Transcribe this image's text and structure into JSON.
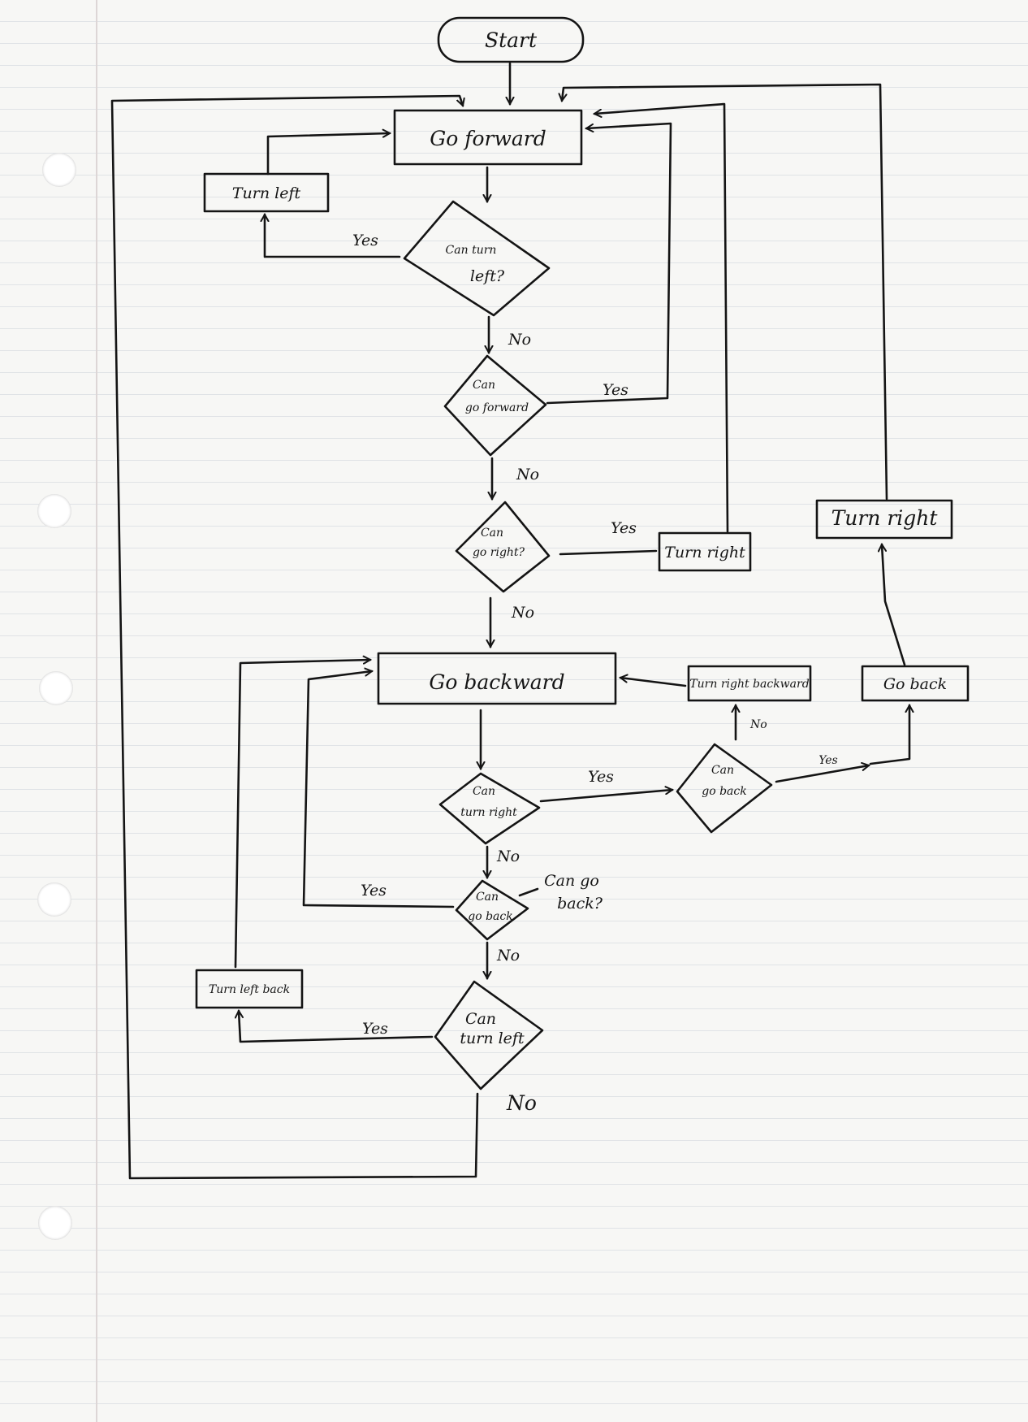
{
  "nodes": {
    "start": "Start",
    "go_forward": "Go forward",
    "turn_left": "Turn left",
    "can_turn_left_1": [
      "Can turn",
      "left?"
    ],
    "can_go_forward": [
      "Can",
      "go forward"
    ],
    "can_go_right": [
      "Can",
      "go right?"
    ],
    "turn_right_1": "Turn right",
    "turn_right_2": "Turn right",
    "go_backward": "Go backward",
    "turn_right_backward": "Turn right backward",
    "go_back": "Go back",
    "can_go_back_right": [
      "Can",
      "go back"
    ],
    "can_turn_right": [
      "Can",
      "turn right"
    ],
    "can_go_back_small": [
      "Can",
      "go back"
    ],
    "can_go_back_note": [
      "Can go",
      "back?"
    ],
    "turn_left_back": "Turn left back",
    "can_turn_left_2": [
      "Can",
      "turn left"
    ]
  },
  "edge_labels": {
    "yes_turn_left": "Yes",
    "no_1": "No",
    "yes_forward": "Yes",
    "no_2": "No",
    "yes_right": "Yes",
    "no_3": "No",
    "no_turn_right_backward": "No",
    "yes_go_back_right": "Yes",
    "yes_turn_right": "Yes",
    "no_4": "No",
    "yes_go_back": "Yes",
    "no_5": "No",
    "yes_turn_left_back": "Yes",
    "no_6": "No"
  }
}
